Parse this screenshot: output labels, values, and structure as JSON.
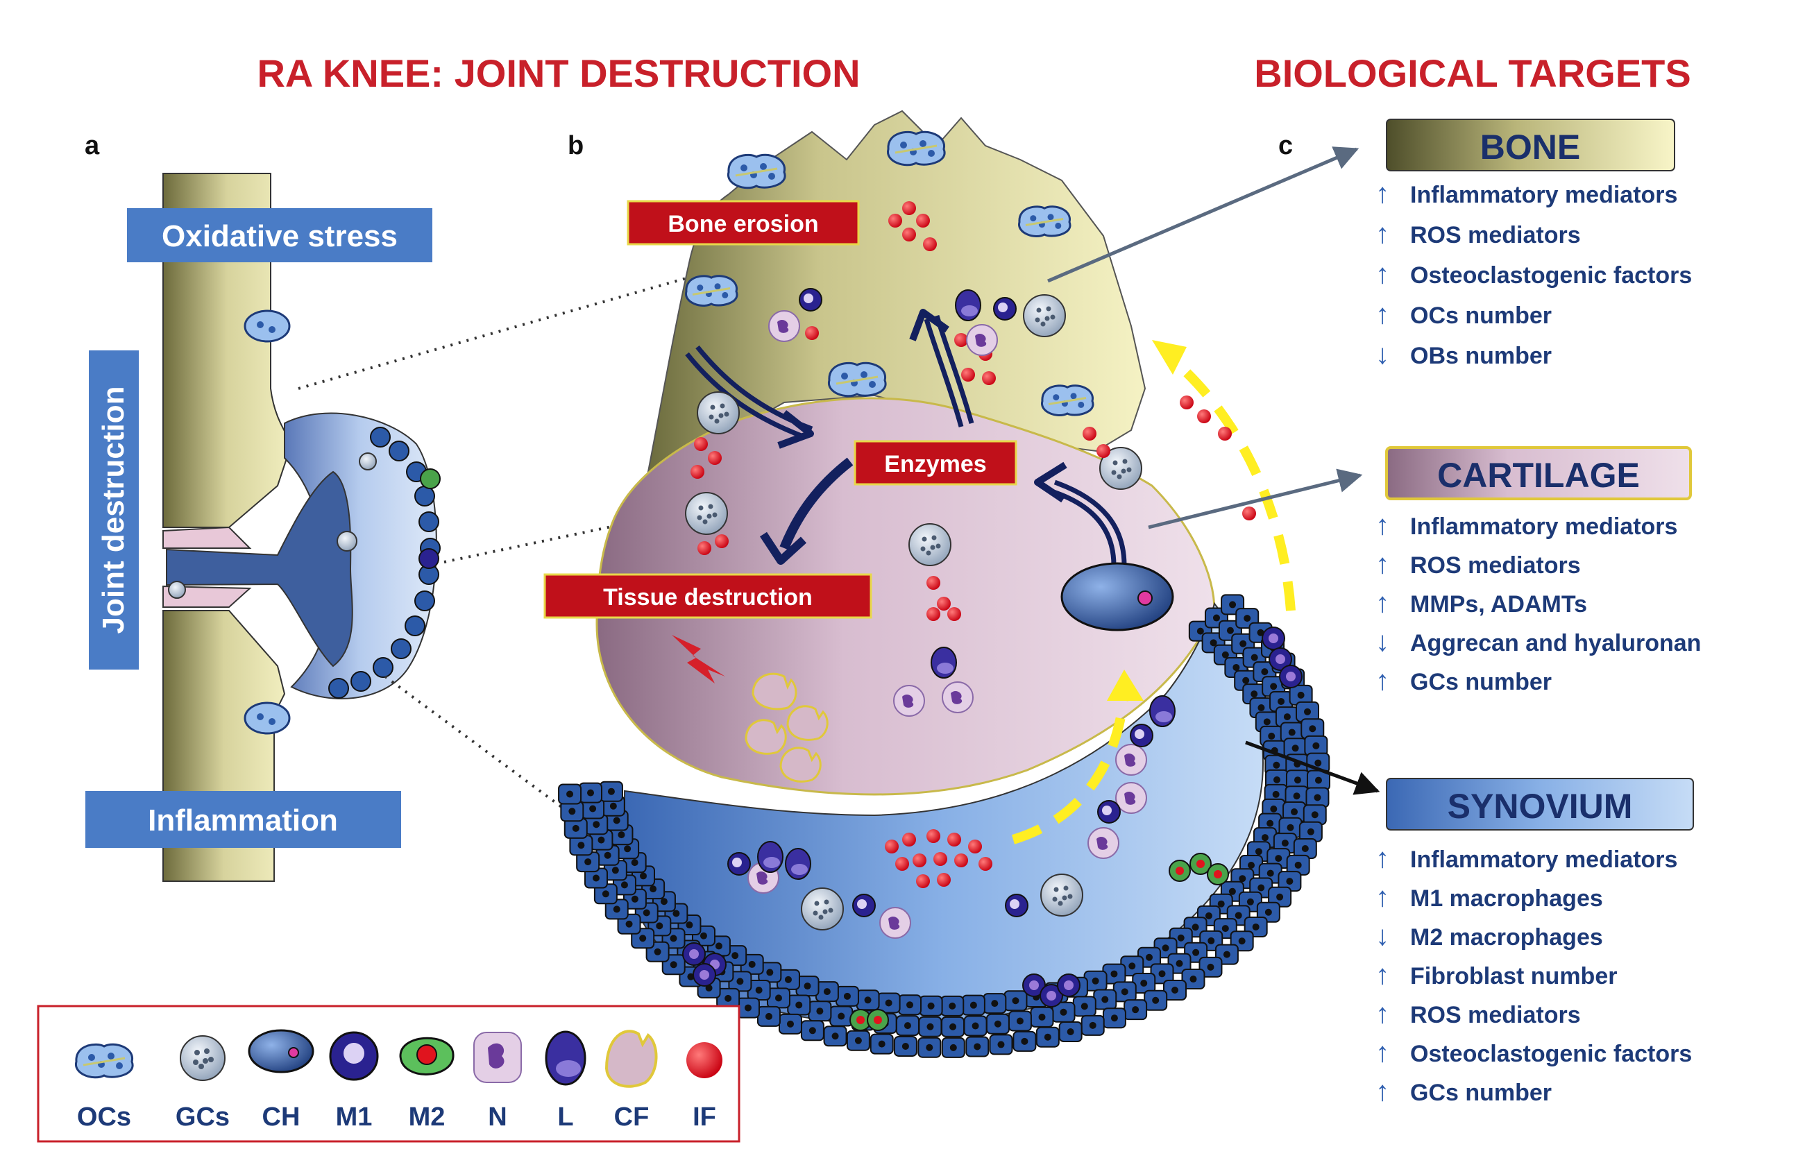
{
  "headings": {
    "left": "RA KNEE: JOINT DESTRUCTION",
    "right": "BIOLOGICAL  TARGETS"
  },
  "panels": {
    "a": "a",
    "b": "b",
    "c": "c"
  },
  "panel_a": {
    "oxidative_stress": "Oxidative stress",
    "joint_destruction": "Joint destruction",
    "inflammation": "Inflammation"
  },
  "panel_b": {
    "bone_erosion": "Bone erosion",
    "enzymes": "Enzymes",
    "tissue_destruction": "Tissue   destruction"
  },
  "targets": {
    "bone": {
      "title": "BONE",
      "items": [
        {
          "dir": "↑",
          "text": "Inflammatory  mediators"
        },
        {
          "dir": "↑",
          "text": "ROS mediators"
        },
        {
          "dir": "↑",
          "text": "Osteoclastogenic  factors"
        },
        {
          "dir": "↑",
          "text": "OCs number"
        },
        {
          "dir": "↓",
          "text": "OBs number"
        }
      ]
    },
    "cartilage": {
      "title": "CARTILAGE",
      "items": [
        {
          "dir": "↑",
          "text": "Inflammatory  mediators"
        },
        {
          "dir": "↑",
          "text": "ROS  mediators"
        },
        {
          "dir": "↑",
          "text": "MMPs,  ADAMTs"
        },
        {
          "dir": "↓",
          "text": "Aggrecan  and  hyaluronan"
        },
        {
          "dir": "↑",
          "text": "GCs number"
        }
      ]
    },
    "synovium": {
      "title": "SYNOVIUM",
      "items": [
        {
          "dir": "↑",
          "text": "Inflammatory  mediators"
        },
        {
          "dir": "↑",
          "text": "M1 macrophages"
        },
        {
          "dir": "↓",
          "text": "M2 macrophages"
        },
        {
          "dir": "↑",
          "text": "Fibroblast  number"
        },
        {
          "dir": "↑",
          "text": "ROS mediators"
        },
        {
          "dir": "↑",
          "text": "Osteoclastogenic factors"
        },
        {
          "dir": "↑",
          "text": "GCs number"
        }
      ]
    }
  },
  "legend": [
    "OCs",
    "GCs",
    "CH",
    "M1",
    "M2",
    "N",
    "L",
    "CF",
    "IF"
  ],
  "colors": {
    "heading_red": "#c8202a",
    "label_blue": "#4a7cc6",
    "box_red": "#c0101a",
    "bone": "#e8e4a6",
    "cartilage": "#d2b3c6",
    "synovium": "#9fc2ec",
    "cell_blue": "#2c5aa8",
    "text_navy": "#1d3a78",
    "mediator_red": "#e0141e",
    "arrow_yellow": "#ffee22",
    "arrow_navy": "#13205e"
  }
}
